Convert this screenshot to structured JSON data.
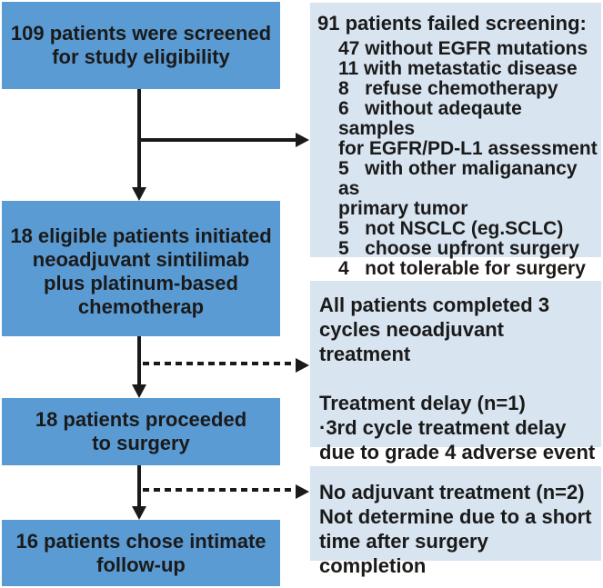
{
  "figure": {
    "type": "patient-flow-diagram",
    "colors": {
      "main_box_fill": "#5b9bd3",
      "note_box_fill": "#d8e4f0",
      "text": "#1a1a1a",
      "arrow": "#1a1a1a"
    },
    "left_boxes": [
      {
        "id": "screened",
        "text": "109 patients were screened\nfor study eligibility"
      },
      {
        "id": "eligible",
        "text": "18 eligible patients initiated\nneoadjuvant sintilimab\nplus platinum-based\nchemotherap"
      },
      {
        "id": "surgery",
        "text": "18 patients proceeded\nto surgery"
      },
      {
        "id": "follow-up",
        "text": "16 patients chose intimate\nfollow-up"
      }
    ],
    "right_boxes": [
      {
        "id": "failed-screening",
        "title": "91 patients failed screening:",
        "body": "47 without EGFR mutations\n11 with metastatic disease\n8   refuse chemotherapy\n6   without adeqaute samples\nfor EGFR/PD-L1 assessment\n5   with other maliganancy as\nprimary tumor\n5   not NSCLC (eg.SCLC)\n5   choose upfront surgery\n4   not tolerable for surgery"
      },
      {
        "id": "neoadjuvant-note",
        "text": "All patients completed 3\ncycles neoadjuvant treatment\n\nTreatment delay (n=1)\n·3rd cycle treatment delay\ndue to grade 4 adverse event"
      },
      {
        "id": "adjuvant-note",
        "text": "No adjuvant treatment (n=2)\nNot determine due to a short\ntime after surgery completion"
      }
    ]
  }
}
